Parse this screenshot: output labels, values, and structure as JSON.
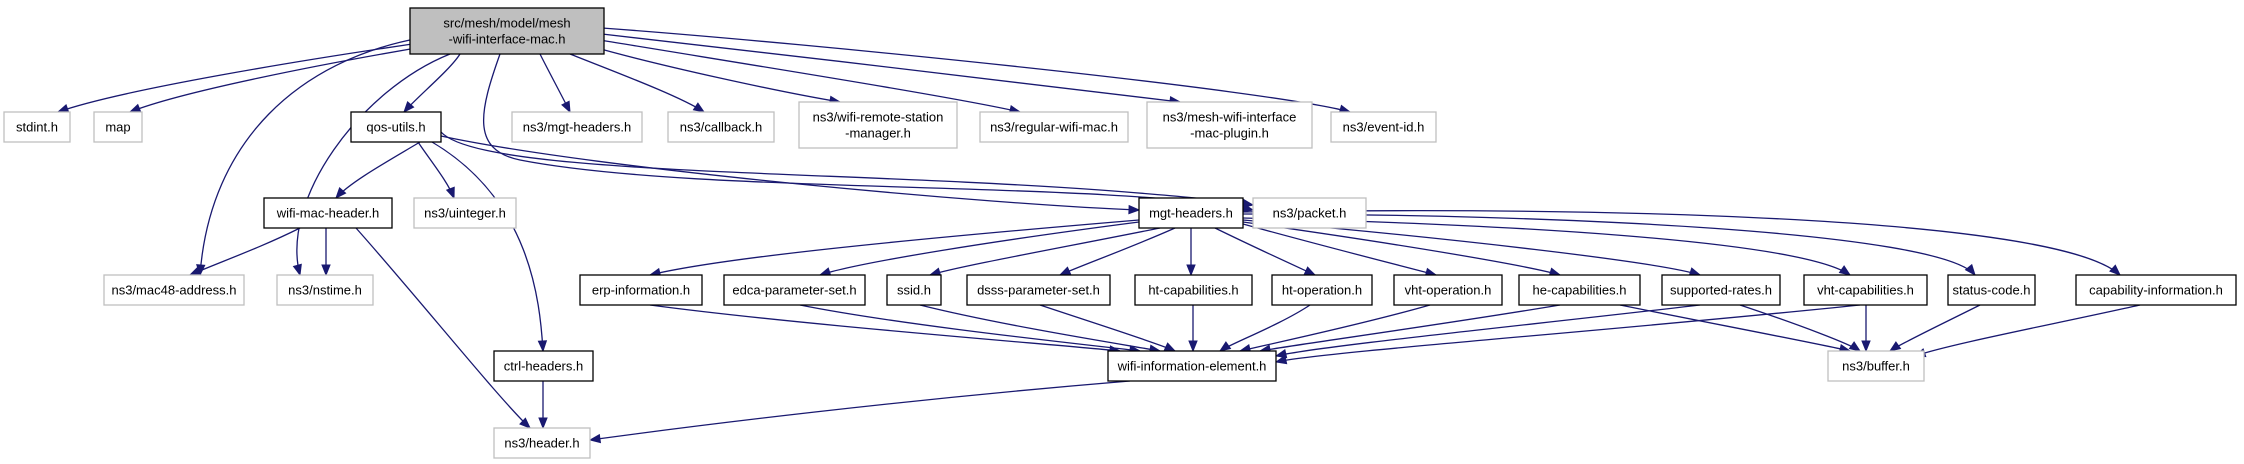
{
  "colors": {
    "edge": "#191970",
    "root_fill": "#bfbfbf",
    "node_border": "#000000",
    "external_border": "#bfbfbf",
    "background": "#ffffff"
  },
  "nodes": [
    {
      "id": "root",
      "kind": "root",
      "lines": [
        "src/mesh/model/mesh",
        "-wifi-interface-mac.h"
      ]
    },
    {
      "id": "stdint",
      "kind": "external",
      "lines": [
        "stdint.h"
      ]
    },
    {
      "id": "map",
      "kind": "external",
      "lines": [
        "map"
      ]
    },
    {
      "id": "qos",
      "kind": "local",
      "lines": [
        "qos-utils.h"
      ]
    },
    {
      "id": "mgth_ns3",
      "kind": "external",
      "lines": [
        "ns3/mgt-headers.h"
      ]
    },
    {
      "id": "callback",
      "kind": "external",
      "lines": [
        "ns3/callback.h"
      ]
    },
    {
      "id": "wrsm",
      "kind": "external",
      "lines": [
        "ns3/wifi-remote-station",
        "-manager.h"
      ]
    },
    {
      "id": "regular",
      "kind": "external",
      "lines": [
        "ns3/regular-wifi-mac.h"
      ]
    },
    {
      "id": "meshplugin",
      "kind": "external",
      "lines": [
        "ns3/mesh-wifi-interface",
        "-mac-plugin.h"
      ]
    },
    {
      "id": "eventid",
      "kind": "external",
      "lines": [
        "ns3/event-id.h"
      ]
    },
    {
      "id": "wmh",
      "kind": "local",
      "lines": [
        "wifi-mac-header.h"
      ]
    },
    {
      "id": "uinteger",
      "kind": "external",
      "lines": [
        "ns3/uinteger.h"
      ]
    },
    {
      "id": "mgt",
      "kind": "local",
      "lines": [
        "mgt-headers.h"
      ]
    },
    {
      "id": "packet",
      "kind": "external",
      "lines": [
        "ns3/packet.h"
      ]
    },
    {
      "id": "mac48",
      "kind": "external",
      "lines": [
        "ns3/mac48-address.h"
      ]
    },
    {
      "id": "nstime",
      "kind": "external",
      "lines": [
        "ns3/nstime.h"
      ]
    },
    {
      "id": "erp",
      "kind": "local",
      "lines": [
        "erp-information.h"
      ]
    },
    {
      "id": "edca",
      "kind": "local",
      "lines": [
        "edca-parameter-set.h"
      ]
    },
    {
      "id": "ssid",
      "kind": "local",
      "lines": [
        "ssid.h"
      ]
    },
    {
      "id": "dsss",
      "kind": "local",
      "lines": [
        "dsss-parameter-set.h"
      ]
    },
    {
      "id": "htcap",
      "kind": "local",
      "lines": [
        "ht-capabilities.h"
      ]
    },
    {
      "id": "htop",
      "kind": "local",
      "lines": [
        "ht-operation.h"
      ]
    },
    {
      "id": "vhtop",
      "kind": "local",
      "lines": [
        "vht-operation.h"
      ]
    },
    {
      "id": "hecap",
      "kind": "local",
      "lines": [
        "he-capabilities.h"
      ]
    },
    {
      "id": "suprates",
      "kind": "local",
      "lines": [
        "supported-rates.h"
      ]
    },
    {
      "id": "vhtcap",
      "kind": "local",
      "lines": [
        "vht-capabilities.h"
      ]
    },
    {
      "id": "status",
      "kind": "local",
      "lines": [
        "status-code.h"
      ]
    },
    {
      "id": "capinfo",
      "kind": "local",
      "lines": [
        "capability-information.h"
      ]
    },
    {
      "id": "ctrl",
      "kind": "local",
      "lines": [
        "ctrl-headers.h"
      ]
    },
    {
      "id": "wie",
      "kind": "local",
      "lines": [
        "wifi-information-element.h"
      ]
    },
    {
      "id": "buffer",
      "kind": "external",
      "lines": [
        "ns3/buffer.h"
      ]
    },
    {
      "id": "header",
      "kind": "external",
      "lines": [
        "ns3/header.h"
      ]
    }
  ],
  "edges": [
    {
      "from": "root",
      "to": "stdint"
    },
    {
      "from": "root",
      "to": "map"
    },
    {
      "from": "root",
      "to": "qos"
    },
    {
      "from": "root",
      "to": "mgth_ns3"
    },
    {
      "from": "root",
      "to": "callback"
    },
    {
      "from": "root",
      "to": "wrsm"
    },
    {
      "from": "root",
      "to": "regular"
    },
    {
      "from": "root",
      "to": "meshplugin"
    },
    {
      "from": "root",
      "to": "eventid"
    },
    {
      "from": "root",
      "to": "mac48"
    },
    {
      "from": "root",
      "to": "nstime"
    },
    {
      "from": "root",
      "to": "packet"
    },
    {
      "from": "qos",
      "to": "wmh"
    },
    {
      "from": "qos",
      "to": "uinteger"
    },
    {
      "from": "qos",
      "to": "mgt"
    },
    {
      "from": "qos",
      "to": "packet"
    },
    {
      "from": "qos",
      "to": "ctrl"
    },
    {
      "from": "wmh",
      "to": "mac48"
    },
    {
      "from": "wmh",
      "to": "nstime"
    },
    {
      "from": "wmh",
      "to": "header"
    },
    {
      "from": "mgt",
      "to": "erp"
    },
    {
      "from": "mgt",
      "to": "edca"
    },
    {
      "from": "mgt",
      "to": "ssid"
    },
    {
      "from": "mgt",
      "to": "dsss"
    },
    {
      "from": "mgt",
      "to": "htcap"
    },
    {
      "from": "mgt",
      "to": "htop"
    },
    {
      "from": "mgt",
      "to": "vhtop"
    },
    {
      "from": "mgt",
      "to": "hecap"
    },
    {
      "from": "mgt",
      "to": "suprates"
    },
    {
      "from": "mgt",
      "to": "vhtcap"
    },
    {
      "from": "mgt",
      "to": "status"
    },
    {
      "from": "mgt",
      "to": "capinfo"
    },
    {
      "from": "erp",
      "to": "wie"
    },
    {
      "from": "edca",
      "to": "wie"
    },
    {
      "from": "ssid",
      "to": "wie"
    },
    {
      "from": "dsss",
      "to": "wie"
    },
    {
      "from": "htcap",
      "to": "wie"
    },
    {
      "from": "htop",
      "to": "wie"
    },
    {
      "from": "vhtop",
      "to": "wie"
    },
    {
      "from": "hecap",
      "to": "wie"
    },
    {
      "from": "suprates",
      "to": "wie"
    },
    {
      "from": "vhtcap",
      "to": "wie"
    },
    {
      "from": "hecap",
      "to": "buffer"
    },
    {
      "from": "suprates",
      "to": "buffer"
    },
    {
      "from": "vhtcap",
      "to": "buffer"
    },
    {
      "from": "status",
      "to": "buffer"
    },
    {
      "from": "capinfo",
      "to": "buffer"
    },
    {
      "from": "ctrl",
      "to": "header"
    },
    {
      "from": "wie",
      "to": "header"
    }
  ]
}
